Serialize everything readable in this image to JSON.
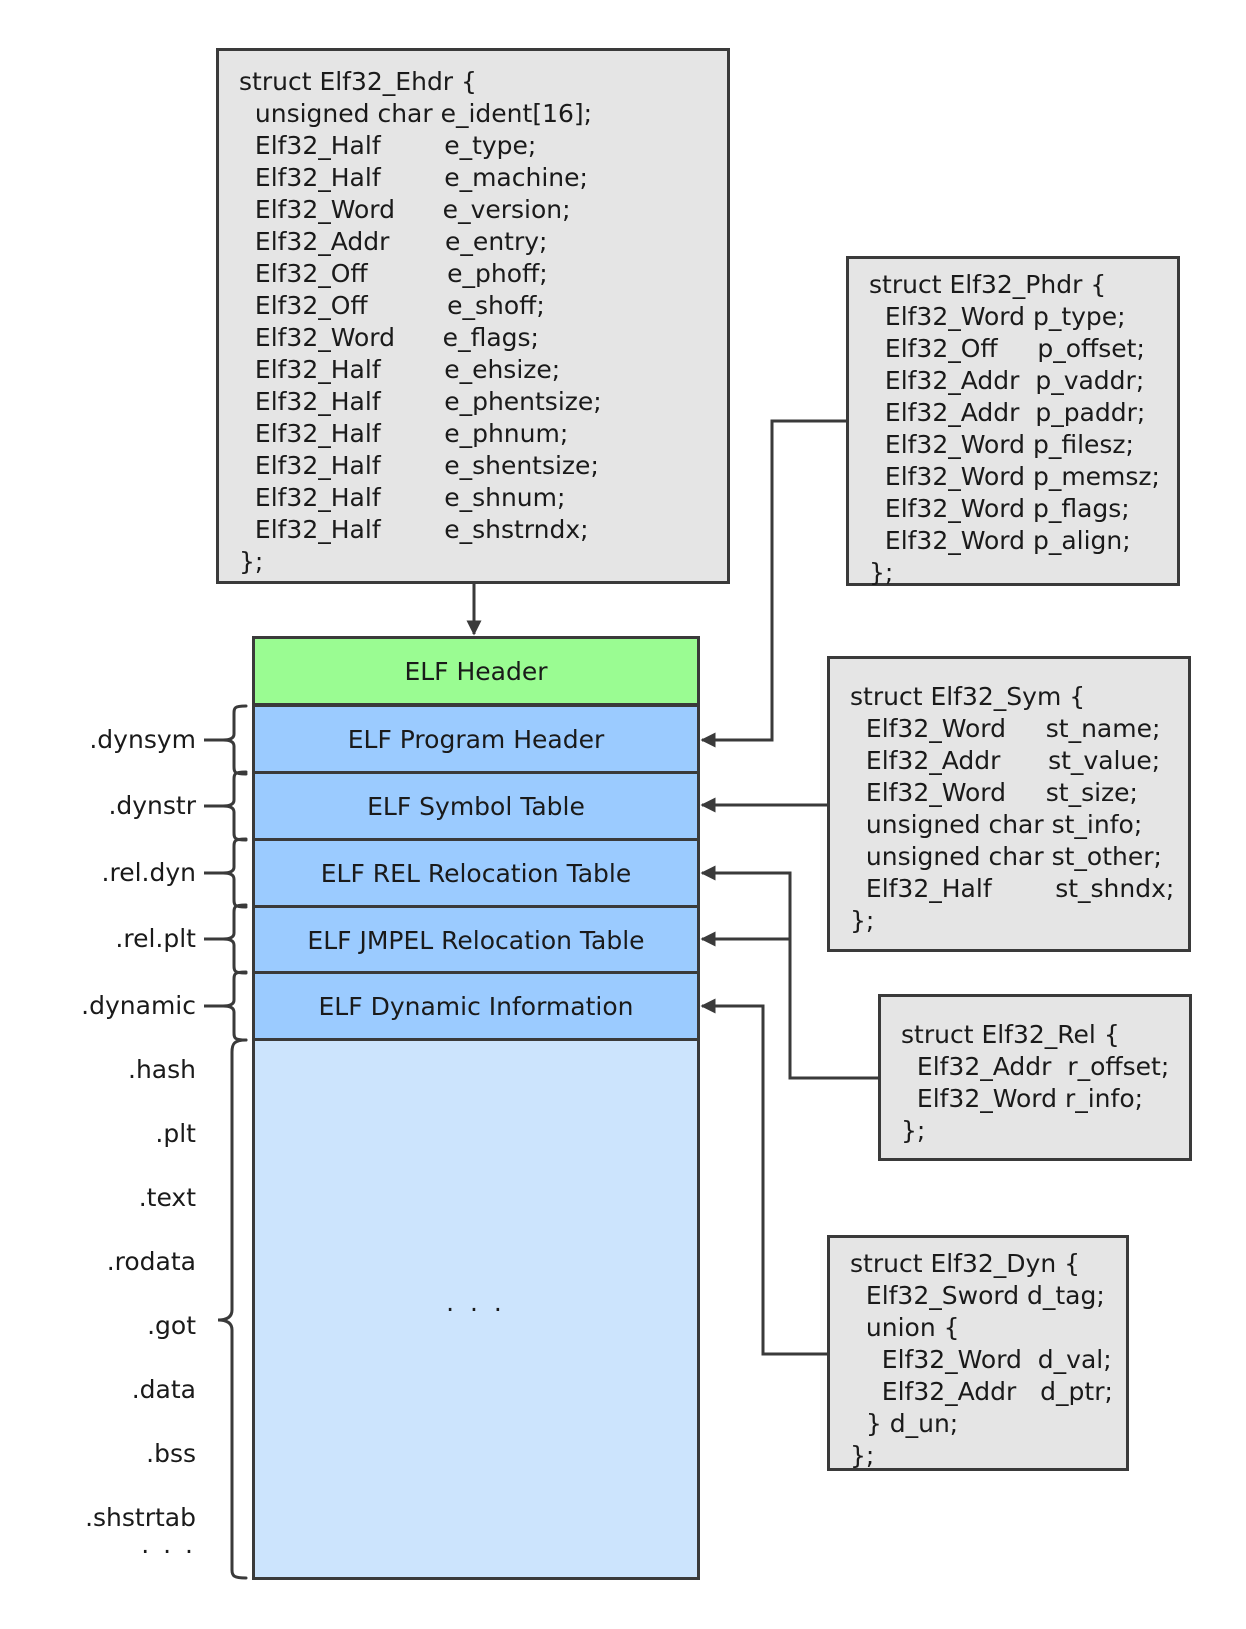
{
  "structs": {
    "ehdr": [
      "struct Elf32_Ehdr {",
      "  unsigned char e_ident[16];",
      "  Elf32_Half        e_type;",
      "  Elf32_Half        e_machine;",
      "  Elf32_Word      e_version;",
      "  Elf32_Addr       e_entry;",
      "  Elf32_Off          e_phoff;",
      "  Elf32_Off          e_shoff;",
      "  Elf32_Word      e_flags;",
      "  Elf32_Half        e_ehsize;",
      "  Elf32_Half        e_phentsize;",
      "  Elf32_Half        e_phnum;",
      "  Elf32_Half        e_shentsize;",
      "  Elf32_Half        e_shnum;",
      "  Elf32_Half        e_shstrndx;",
      "};"
    ],
    "phdr": [
      "struct Elf32_Phdr {",
      "  Elf32_Word p_type;",
      "  Elf32_Off     p_offset;",
      "  Elf32_Addr  p_vaddr;",
      "  Elf32_Addr  p_paddr;",
      "  Elf32_Word p_filesz;",
      "  Elf32_Word p_memsz;",
      "  Elf32_Word p_flags;",
      "  Elf32_Word p_align;",
      "};"
    ],
    "sym": [
      "struct Elf32_Sym {",
      "  Elf32_Word     st_name;",
      "  Elf32_Addr      st_value;",
      "  Elf32_Word     st_size;",
      "  unsigned char st_info;",
      "  unsigned char st_other;",
      "  Elf32_Half        st_shndx;",
      "};"
    ],
    "rel": [
      "struct Elf32_Rel {",
      "  Elf32_Addr  r_offset;",
      "  Elf32_Word r_info;",
      "};"
    ],
    "dyn": [
      "struct Elf32_Dyn {",
      "  Elf32_Sword d_tag;",
      "  union {",
      "    Elf32_Word  d_val;",
      "    Elf32_Addr   d_ptr;",
      "  } d_un;",
      "};"
    ]
  },
  "segments": {
    "elf_header": "ELF Header",
    "program_header": "ELF Program Header",
    "symbol_table": "ELF Symbol Table",
    "rel_table": "ELF REL Relocation Table",
    "jmprel_table": "ELF JMPEL Relocation Table",
    "dynamic_info": "ELF Dynamic Information",
    "remaining": "· · ·"
  },
  "sections": {
    "dynsym": ".dynsym",
    "dynstr": ".dynstr",
    "rel_dyn": ".rel.dyn",
    "rel_plt": ".rel.plt",
    "dynamic": ".dynamic",
    "hash": ".hash",
    "plt": ".plt",
    "text": ".text",
    "rodata": ".rodata",
    "got": ".got",
    "data": ".data",
    "bss": ".bss",
    "shstrtab": ".shstrtab",
    "more": "· · ·"
  },
  "colors": {
    "struct_fill": "#e5e5e5",
    "outline": "#3a3a3a",
    "elf_header_fill": "#9afc92",
    "table_fill": "#9bcbff",
    "body_fill": "#cce4fd"
  }
}
